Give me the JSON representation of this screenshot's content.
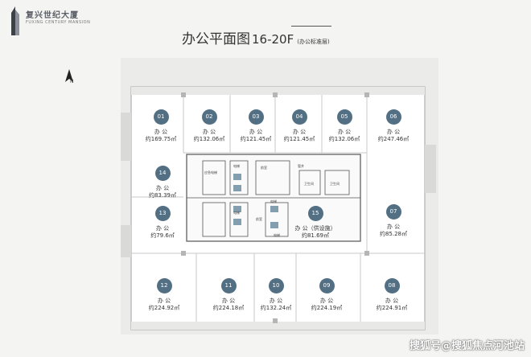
{
  "logo": {
    "name": "复兴世纪大厦",
    "subtitle": "FUXING CENTURY MANSION"
  },
  "title": {
    "main": "办公平面图",
    "floors": "16-20F",
    "note": "(办公标准层)"
  },
  "compass": {
    "label": "N"
  },
  "units": [
    {
      "id": "01",
      "name": "办 公",
      "area": "约169.75㎡"
    },
    {
      "id": "02",
      "name": "办 公",
      "area": "约132.06㎡"
    },
    {
      "id": "03",
      "name": "办 公",
      "area": "约121.45㎡"
    },
    {
      "id": "04",
      "name": "办 公",
      "area": "约121.45㎡"
    },
    {
      "id": "05",
      "name": "办 公",
      "area": "约132.06㎡"
    },
    {
      "id": "06",
      "name": "办 公",
      "area": "约247.46㎡"
    },
    {
      "id": "07",
      "name": "办 公",
      "area": "约85.28㎡"
    },
    {
      "id": "08",
      "name": "办 公",
      "area": "约224.91㎡"
    },
    {
      "id": "09",
      "name": "办 公",
      "area": "约224.19㎡"
    },
    {
      "id": "10",
      "name": "办 公",
      "area": "约132.24㎡"
    },
    {
      "id": "11",
      "name": "办 公",
      "area": "约224.18㎡"
    },
    {
      "id": "12",
      "name": "办 公",
      "area": "约224.92㎡"
    },
    {
      "id": "13",
      "name": "办 公",
      "area": "约79.6㎡"
    },
    {
      "id": "14",
      "name": "办 公",
      "area": "约83.39㎡"
    },
    {
      "id": "15",
      "name": "办 公（供设施）",
      "area": "约81.69㎡"
    }
  ],
  "core_labels": [
    "应急电梯",
    "电梯",
    "电梯",
    "前室",
    "前室",
    "电梯",
    "电梯",
    "管井",
    "卫生间",
    "卫生间"
  ],
  "watermark": "搜狐号@搜狐焦点河池站"
}
